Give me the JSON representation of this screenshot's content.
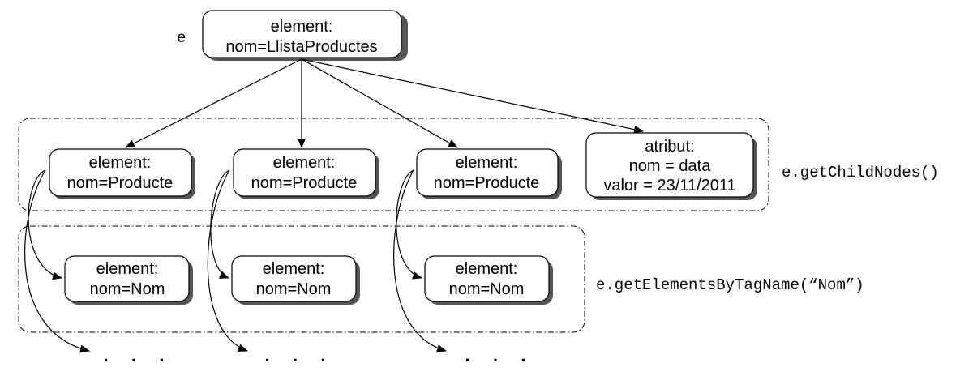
{
  "root": {
    "variable": "e",
    "line1": "element:",
    "line2": "nom=LlistaProductes"
  },
  "children": [
    {
      "line1": "element:",
      "line2": "nom=Producte"
    },
    {
      "line1": "element:",
      "line2": "nom=Producte"
    },
    {
      "line1": "element:",
      "line2": "nom=Producte"
    },
    {
      "line1": "atribut:",
      "line2": "nom = data",
      "line3": "valor = 23/11/2011"
    }
  ],
  "grandchildren": [
    {
      "line1": "element:",
      "line2": "nom=Nom"
    },
    {
      "line1": "element:",
      "line2": "nom=Nom"
    },
    {
      "line1": "element:",
      "line2": "nom=Nom"
    }
  ],
  "labels": {
    "child_nodes": "e.getChildNodes()",
    "elements_by_tag": "e.getElementsByTagName(“Nom”)"
  },
  "ellipsis": [
    ". . .",
    ". . .",
    ". . ."
  ]
}
